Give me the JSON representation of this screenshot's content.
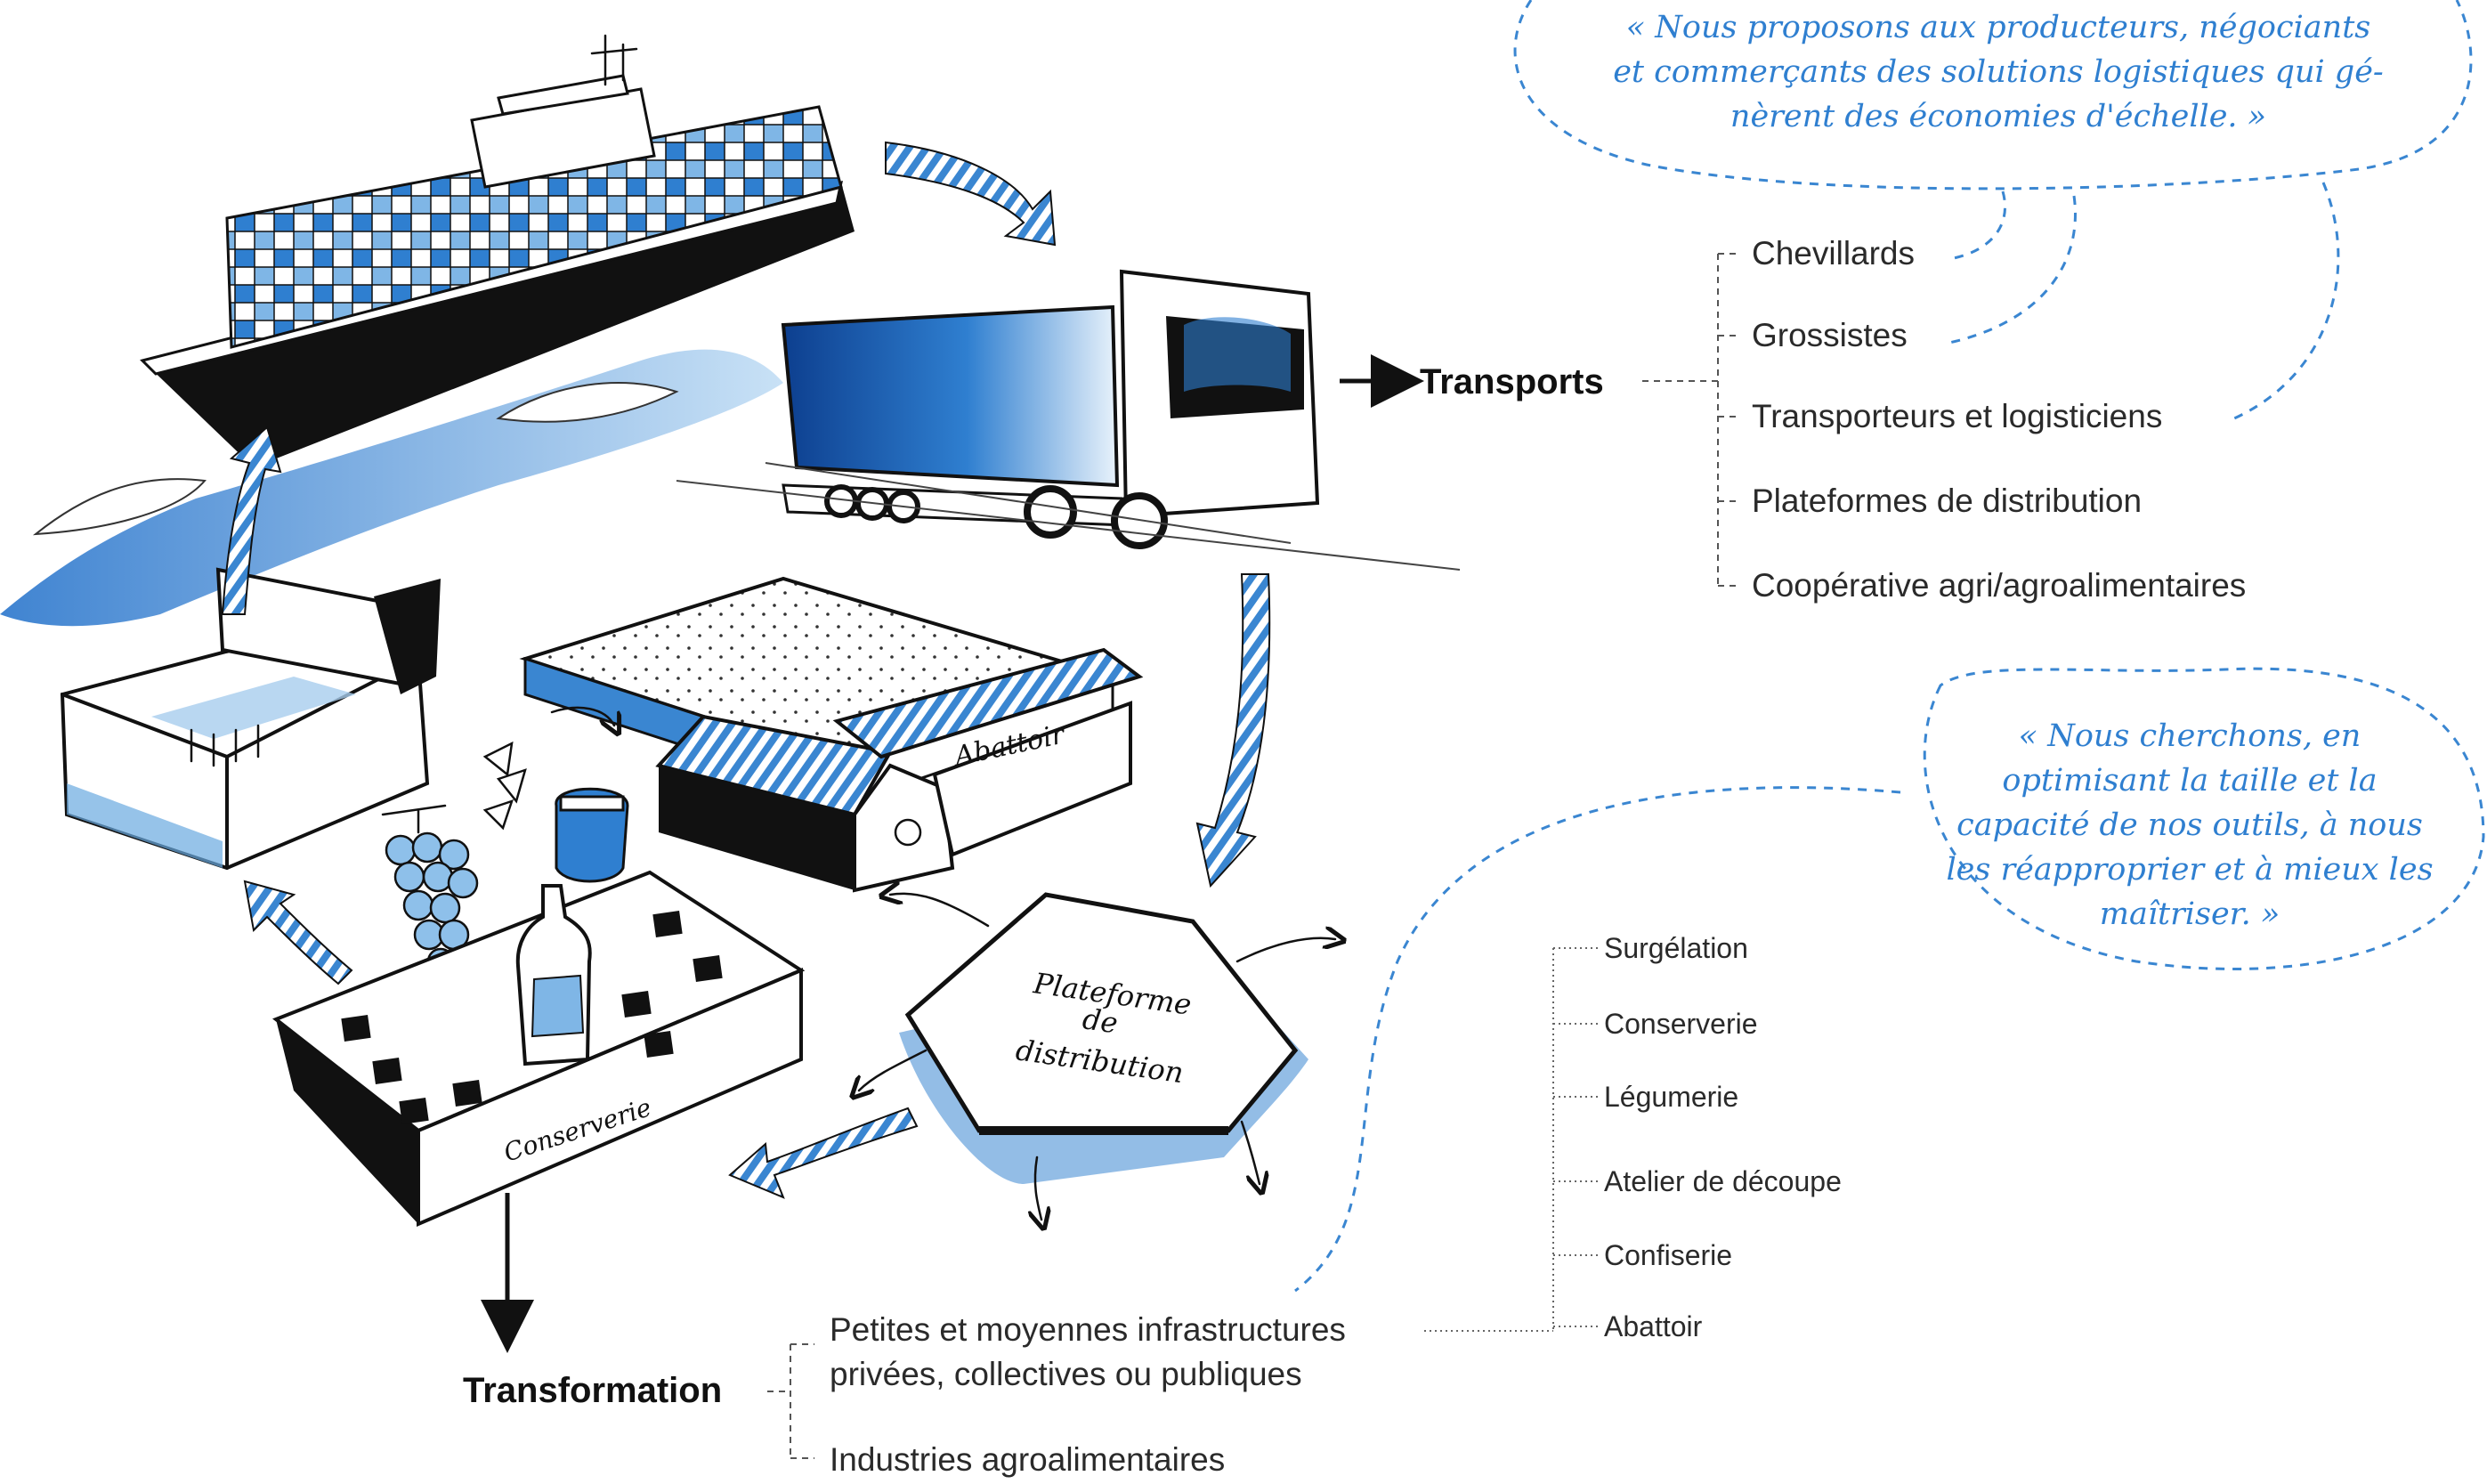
{
  "quotes": {
    "top": {
      "lines": [
        "« Nous proposons aux producteurs, négociants",
        "et commerçants des solutions logistiques qui gé-",
        "nèrent des économies d'échelle. »"
      ]
    },
    "right": {
      "lines": [
        "« Nous cherchons, en",
        "optimisant la taille et la",
        "capacité de nos outils, à nous",
        "les réapproprier et à mieux les",
        "maîtriser. »"
      ]
    }
  },
  "transports": {
    "label": "Transports",
    "items": [
      "Chevillards",
      "Grossistes",
      "Transporteurs et logisticiens",
      "Plateformes de distribution",
      "Coopérative agri/agroalimentaires"
    ]
  },
  "transformation": {
    "label": "Transformation",
    "items": [
      "Petites et moyennes infrastructures",
      "privées, collectives ou publiques",
      "Industries agroalimentaires"
    ],
    "infrastructures": [
      "Surgélation",
      "Conserverie",
      "Légumerie",
      "Atelier de découpe",
      "Confiserie",
      "Abattoir"
    ]
  },
  "illustration_labels": {
    "abattoir": "Abattoir",
    "conserverie": "Conserverie",
    "plateforme": [
      "Plateforme",
      "de",
      "distribution"
    ]
  },
  "colors": {
    "accent_blue": "#2f7fd0",
    "ink": "#111111",
    "light_blue": "#8ec0ea"
  }
}
